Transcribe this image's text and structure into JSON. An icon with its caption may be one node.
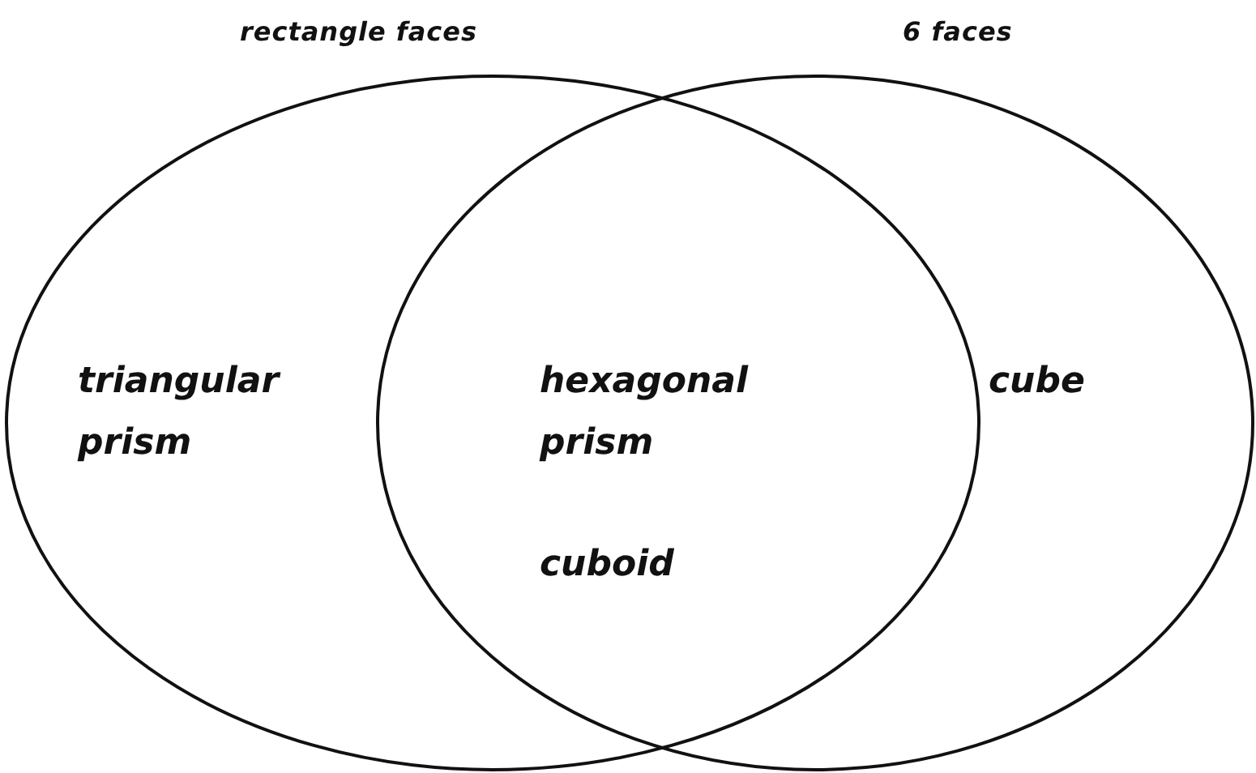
{
  "diagram": {
    "nodes": [
      {
        "text": [
          "rectangle faces"
        ]
      },
      {
        "text": [
          "6 faces"
        ]
      }
    ],
    "labels": [
      "triangular prism",
      "hexagonal prism",
      "cuboid",
      "cube"
    ]
  }
}
